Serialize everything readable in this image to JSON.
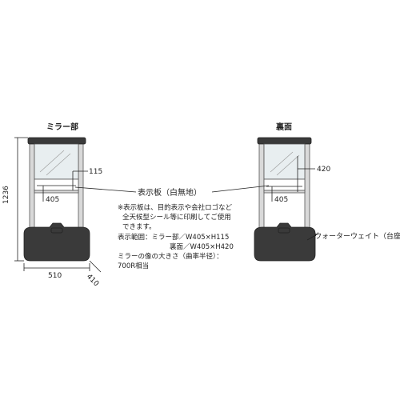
{
  "front": {
    "title": "ミラー部",
    "dim_height": "1236",
    "dim_width": "510",
    "dim_depth": "410",
    "dim_mirror_height": "115",
    "dim_panel_width": "405"
  },
  "back": {
    "title": "裏面",
    "dim_panel_height": "420",
    "dim_panel_width": "405",
    "base_label": "ウォーターウェイト（台座）"
  },
  "callout": {
    "title": "表示板（白無地）",
    "notes": [
      "※表示板は、目的表示や会社ロゴなど",
      "全天候型シール等に印刷してご使用",
      "できます。"
    ],
    "range_line1": "表示範囲：ミラー部／W405×H115",
    "range_line2": "裏面／W405×H420",
    "mirror_line1": "ミラーの像の大きさ（曲率半径）：",
    "mirror_line2": "700R相当"
  },
  "colors": {
    "frame": "#d9d9d9",
    "base": "#3a3a3a",
    "outline": "#555555"
  }
}
